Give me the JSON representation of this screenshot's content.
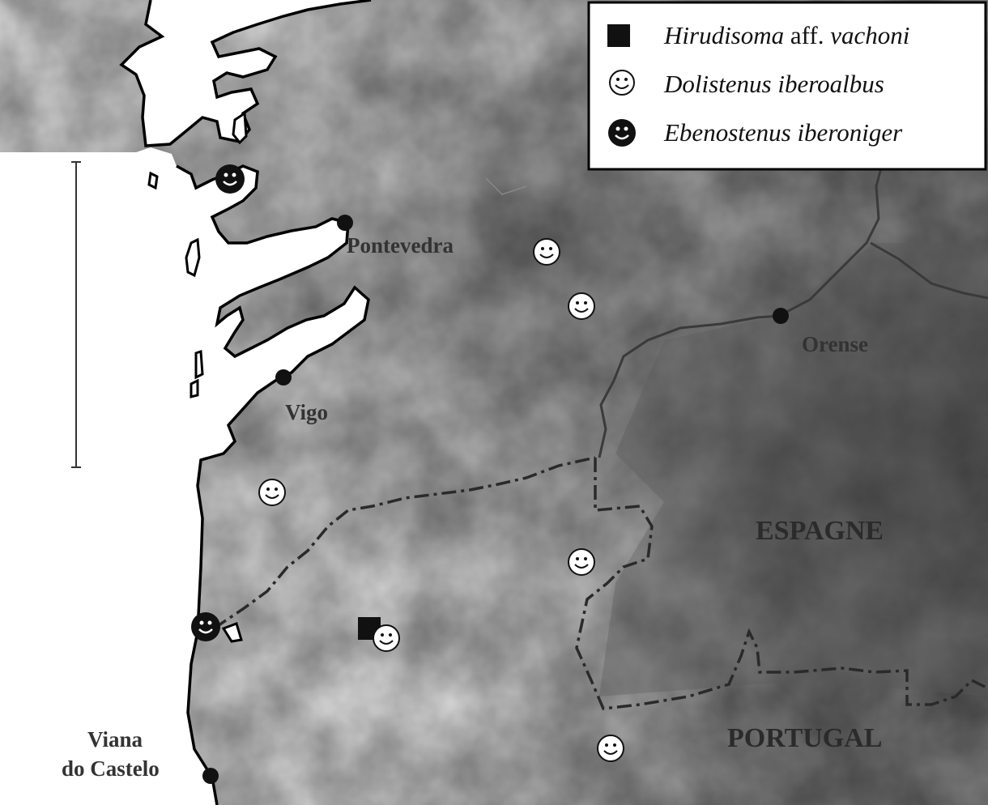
{
  "legend": {
    "items": [
      {
        "symbol": "filled-square",
        "name_italic": "Hirudisoma",
        "name_plain": " aff. ",
        "name_italic2": "vachoni"
      },
      {
        "symbol": "open-smiley",
        "name_italic": "Dolistenus iberoalbus",
        "name_plain": "",
        "name_italic2": ""
      },
      {
        "symbol": "filled-smiley",
        "name_italic": "Ebenostenus iberoniger",
        "name_plain": "",
        "name_italic2": ""
      }
    ]
  },
  "cities": {
    "pontevedra": "Pontevedra",
    "orense": "Orense",
    "vigo": "Vigo",
    "viana_line1": "Viana",
    "viana_line2": "do Castelo"
  },
  "countries": {
    "spain": "ESPAGNE",
    "portugal": "PORTUGAL"
  },
  "colors": {
    "coast": "#000000",
    "border": "#333333",
    "river": "#3a3a3a",
    "sea": "#ffffff",
    "lowland": "#e3e3e3",
    "highland": "#6a6a6a"
  }
}
